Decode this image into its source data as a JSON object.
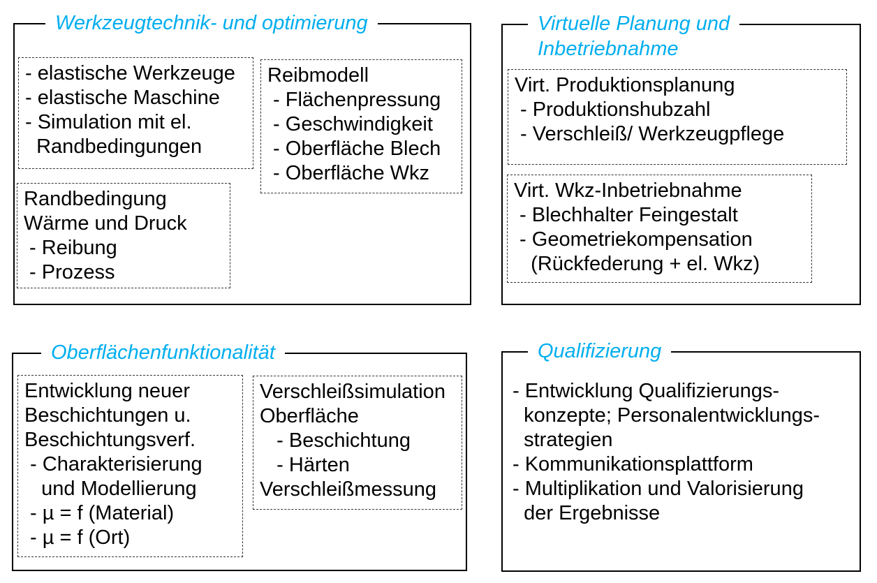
{
  "colors": {
    "accent_title": "#00AEEF",
    "text": "#000000",
    "panel_border": "#000000",
    "inner_border_dashed": "#333333",
    "background": "#ffffff"
  },
  "panels": {
    "werkzeugtechnik": {
      "title": "Werkzeugtechnik- und optimierung",
      "box_elastische": "- elastische Werkzeuge\n- elastische Maschine\n- Simulation mit el.\n  Randbedingungen",
      "box_reibmodell": "Reibmodell\n - Flächenpressung\n - Geschwindigkeit\n - Oberfläche Blech\n - Oberfläche Wkz",
      "box_randbedingung": "Randbedingung\nWärme und Druck\n - Reibung\n - Prozess"
    },
    "virtuelle_planung": {
      "title": "Virtuelle Planung und\nInbetriebnahme",
      "box_produktionsplanung": "Virt. Produktionsplanung\n - Produktionshubzahl\n - Verschleiß/ Werkzeugpflege",
      "box_wkz_inbetriebnahme": "Virt. Wkz-Inbetriebnahme\n - Blechhalter Feingestalt\n - Geometriekompensation\n   (Rückfederung + el. Wkz)"
    },
    "oberflaechenfunktionalitaet": {
      "title": "Oberflächenfunktionalität",
      "box_entwicklung": "Entwicklung neuer\nBeschichtungen u.\nBeschichtungsverf.\n - Charakterisierung\n   und Modellierung\n - µ = f (Material)\n - µ = f (Ort)",
      "box_verschleiss": "Verschleißsimulation\nOberfläche\n   - Beschichtung\n   - Härten\nVerschleißmessung"
    },
    "qualifizierung": {
      "title": "Qualifizierung",
      "content": "- Entwicklung Qualifizierungs-\n  konzepte; Personalentwicklungs-\n  strategien\n- Kommunikationsplattform\n- Multiplikation und Valorisierung\n  der Ergebnisse"
    }
  }
}
